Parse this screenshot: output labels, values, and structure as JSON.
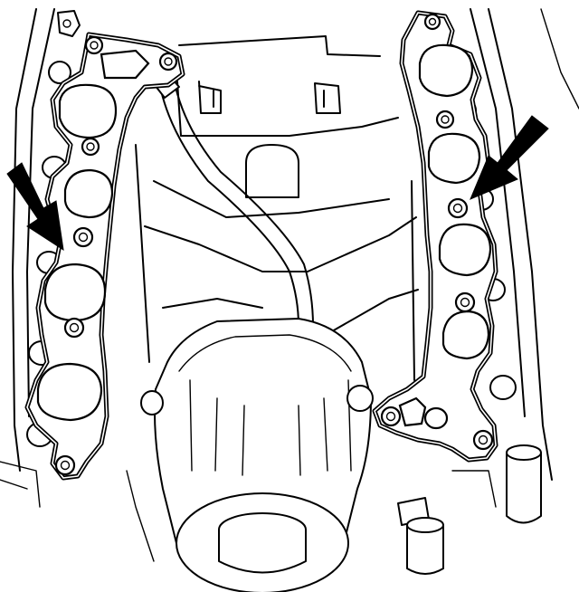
{
  "figure": {
    "colors": {
      "line": "#000000",
      "background": "#ffffff"
    },
    "callouts": [
      {
        "name": "left-gasket-arrow",
        "points_to": "left-intake-manifold-gasket"
      },
      {
        "name": "right-gasket-arrow",
        "points_to": "right-intake-manifold-gasket"
      }
    ]
  }
}
